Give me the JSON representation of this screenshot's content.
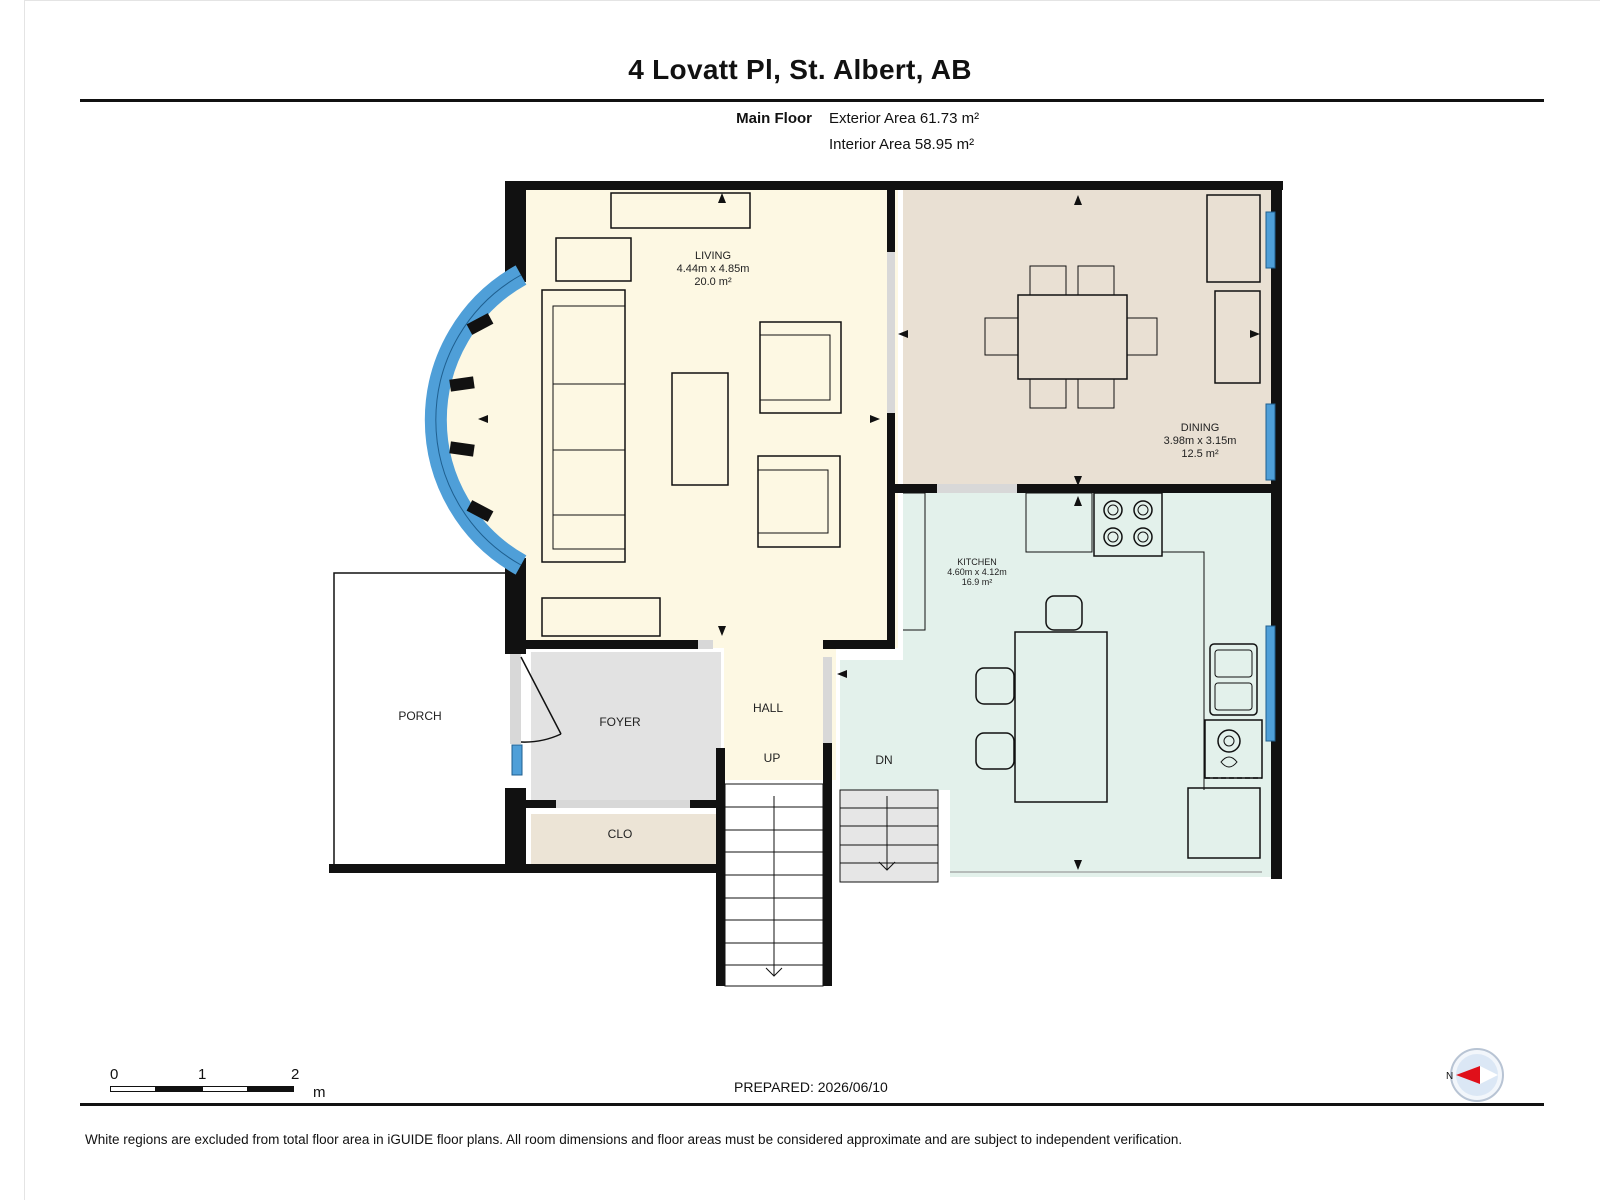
{
  "title": "4 Lovatt Pl, St. Albert, AB",
  "floor": {
    "name": "Main Floor",
    "exterior_area": "Exterior Area 61.73 m²",
    "interior_area": "Interior Area 58.95 m²"
  },
  "rooms": {
    "living": {
      "name": "LIVING",
      "dims": "4.44m x 4.85m",
      "area": "20.0 m²"
    },
    "dining": {
      "name": "DINING",
      "dims": "3.98m x 3.15m",
      "area": "12.5 m²"
    },
    "kitchen": {
      "name": "KITCHEN",
      "dims": "4.60m x 4.12m",
      "area": "16.9 m²"
    },
    "porch": "PORCH",
    "foyer": "FOYER",
    "hall": "HALL",
    "clo": "CLO",
    "up": "UP",
    "dn": "DN"
  },
  "scale": {
    "ticks": [
      "0",
      "1",
      "2"
    ],
    "unit": "m"
  },
  "compass_label": "N",
  "prepared": "PREPARED: 2026/06/10",
  "disclaimer": "White regions are excluded from total floor area in iGUIDE floor plans. All room dimensions and floor areas must be considered approximate and are subject to independent verification.",
  "colors": {
    "living": "#fdf8e3",
    "dining": "#e9e0d3",
    "kitchen": "#e3f1eb",
    "foyer": "#e2e2e2",
    "closet": "#ece4d6",
    "window": "#4f9fd8",
    "compass_arrow": "#e0101a"
  }
}
